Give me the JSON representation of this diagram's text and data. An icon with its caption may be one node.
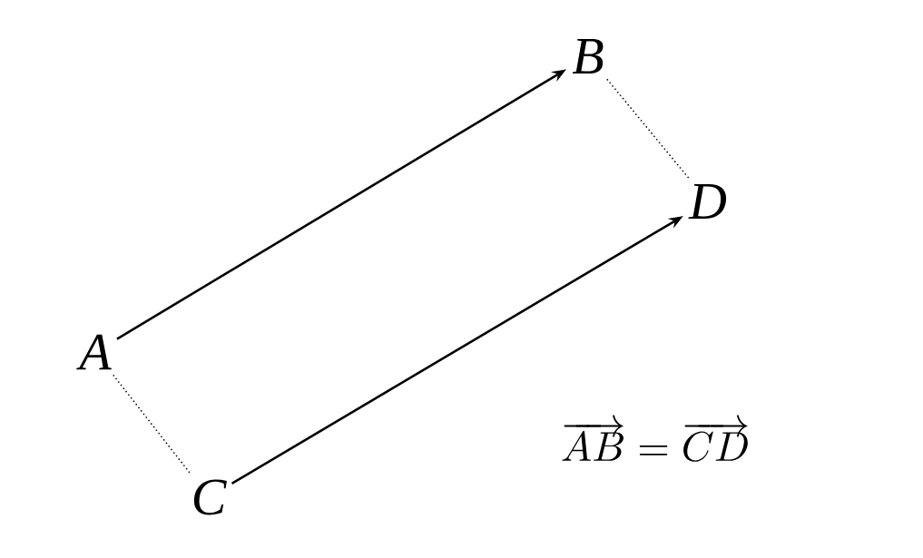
{
  "diagram": {
    "nodes": [
      {
        "text": [
          "A"
        ]
      },
      {
        "text": [
          "B"
        ]
      },
      {
        "text": [
          "C"
        ]
      },
      {
        "text": [
          "D"
        ]
      }
    ],
    "edges": [
      {
        "from": 0,
        "to": 1,
        "arrow": "to"
      },
      {
        "from": 2,
        "to": 3,
        "arrow": "to"
      },
      {
        "from": 0,
        "to": 2,
        "arrow": "none",
        "style": "dashed"
      },
      {
        "from": 1,
        "to": 3,
        "arrow": "none",
        "style": "dashed"
      }
    ],
    "labels": [
      "\\overrightarrow{AB} = \\overrightarrow{CD}"
    ]
  }
}
